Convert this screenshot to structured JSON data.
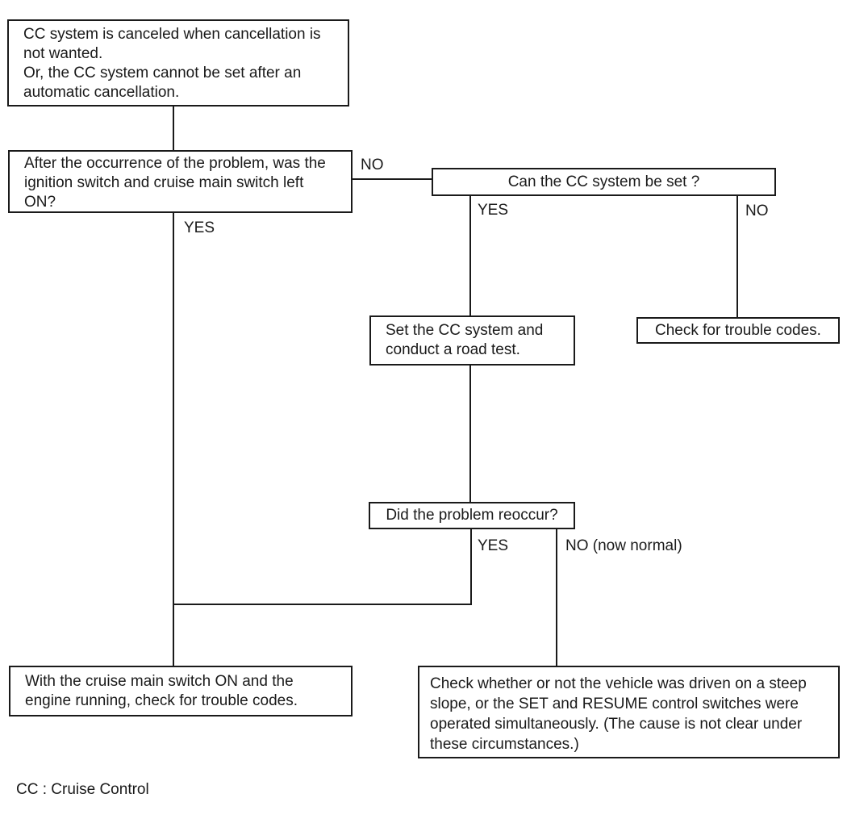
{
  "colors": {
    "ink": "#1a1a1a",
    "background": "#ffffff"
  },
  "flowchart": {
    "nodes": {
      "symptom": {
        "lines": [
          "CC system is canceled when cancellation is",
          "not wanted.",
          "Or, the CC system cannot be set after an",
          "automatic cancellation."
        ]
      },
      "q_ignition": {
        "lines": [
          "After the occurrence of the problem, was the",
          "ignition switch and cruise main switch left",
          "ON?"
        ]
      },
      "q_can_set": {
        "text": "Can the CC system be set ?"
      },
      "road_test": {
        "lines": [
          "Set the CC system and",
          "conduct a road test."
        ]
      },
      "trouble_codes": {
        "text": "Check for trouble codes."
      },
      "q_reoccur": {
        "text": "Did the problem reoccur?"
      },
      "engine_codes": {
        "lines": [
          "With the cruise main switch ON and the",
          "engine running, check for trouble codes."
        ]
      },
      "steep_slope": {
        "lines": [
          "Check whether or not the vehicle was driven on a steep",
          "slope, or the SET and RESUME control switches were",
          "operated simultaneously. (The cause is not clear under",
          "these circumstances.)"
        ]
      }
    },
    "labels": {
      "ignition_no": "NO",
      "ignition_yes": "YES",
      "can_set_yes": "YES",
      "can_set_no": "NO",
      "reoccur_yes": "YES",
      "reoccur_no": "NO (now normal)"
    },
    "legend": "CC : Cruise Control"
  }
}
